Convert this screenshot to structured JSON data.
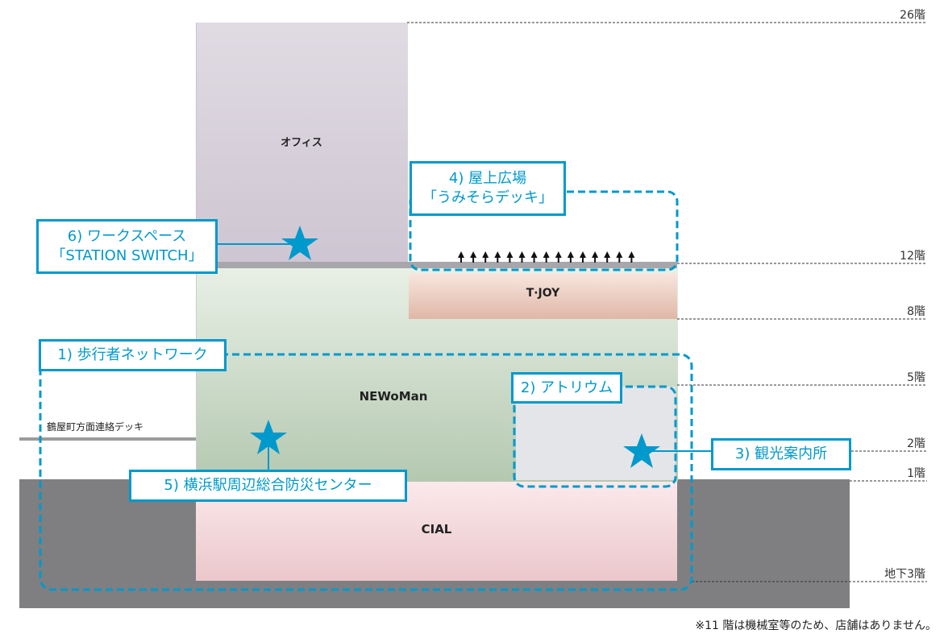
{
  "buildings": {
    "office": "オフィス",
    "tjoy": "T·JOY",
    "newoman": "NEWoMan",
    "cial": "CIAL",
    "deck": "鶴屋町方面連絡デッキ"
  },
  "floors": [
    "26階",
    "12階",
    "8階",
    "5階",
    "2階",
    "1階",
    "地下3階"
  ],
  "labels": {
    "l1": "1) 歩行者ネットワーク",
    "l2": "2) アトリウム",
    "l3": "3) 観光案内所",
    "l4a": "4) 屋上広場",
    "l4b": "「うみそらデッキ」",
    "l5": "5) 横浜駅周辺総合防災センター",
    "l6a": "6) ワークスペース",
    "l6b": "「STATION SWITCH」"
  },
  "footnote": "※11 階は機械室等のため、店舗はありません。",
  "colors": {
    "accent": "#0099cc"
  }
}
